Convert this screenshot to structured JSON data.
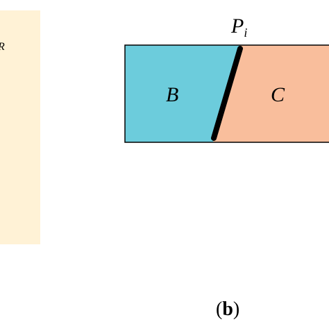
{
  "left_panel": {
    "fragment_text": "R",
    "fill_color": "#fff2d6"
  },
  "diagram": {
    "interface_label": "P",
    "interface_subscript": "i",
    "region_left": {
      "label": "B",
      "fill_color": "#6cccdc"
    },
    "region_right": {
      "label": "C",
      "fill_color": "#f9be9c"
    },
    "interface_line_color": "#000000",
    "border_color": "#000000"
  },
  "caption": {
    "open_paren": "(",
    "letter": "b",
    "close_paren": ")"
  }
}
